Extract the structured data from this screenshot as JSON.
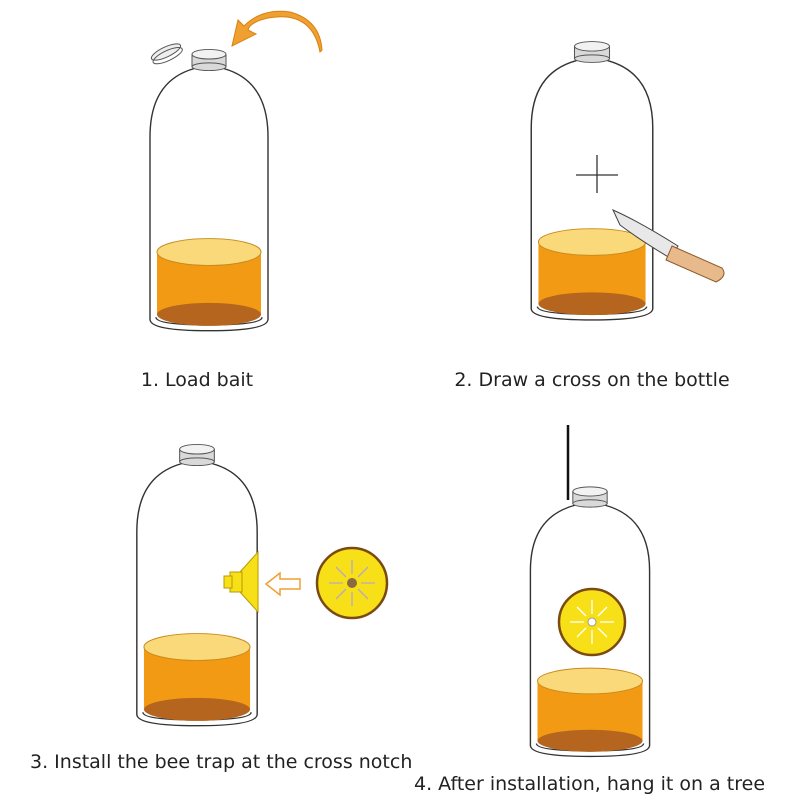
{
  "steps": [
    {
      "label": "1. Load bait"
    },
    {
      "label": "2. Draw a cross on the bottle"
    },
    {
      "label": "3. Install the bee trap at the cross notch"
    },
    {
      "label": "4. After installation, hang it on a tree"
    }
  ],
  "colors": {
    "bait_body": "#f29a14",
    "bait_top": "#f9d97a",
    "bait_bottom": "#b5651d",
    "trap_yellow": "#f7e017",
    "arrow_orange": "#f0a030"
  },
  "icons": [
    "curved-arrow-icon",
    "knife-icon",
    "cross-mark-icon",
    "bee-trap-icon",
    "hollow-arrow-icon",
    "trap-disc-icon",
    "hanging-string-icon"
  ]
}
